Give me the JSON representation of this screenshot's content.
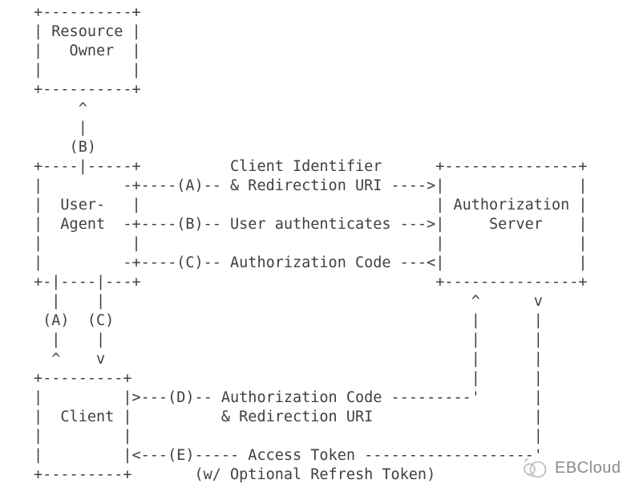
{
  "diagram": {
    "ascii": "+----------+\n| Resource |\n|   Owner  |\n|          |\n+----------+\n     ^\n     |\n    (B)\n+----|-----+          Client Identifier      +---------------+\n|         -+----(A)-- & Redirection URI ---->|               |\n|  User-   |                                 | Authorization |\n|  Agent  -+----(B)-- User authenticates --->|     Server    |\n|          |                                 |               |\n|         -+----(C)-- Authorization Code ---<|               |\n+-|----|---+                                 +---------------+\n  |    |                                         ^      v\n (A)  (C)                                        |      |\n  |    |                                         |      |\n  ^    v                                         |      |\n+---------+                                      |      |\n|         |>---(D)-- Authorization Code ---------'      |\n|  Client |          & Redirection URI                  |\n|         |                                             |\n|         |<---(E)----- Access Token -------------------'\n+---------+       (w/ Optional Refresh Token)",
    "entities": [
      {
        "label": "Resource Owner"
      },
      {
        "label": "User-Agent"
      },
      {
        "label": "Authorization Server"
      },
      {
        "label": "Client"
      }
    ],
    "steps": [
      {
        "id": "(A)",
        "label": "Client Identifier & Redirection URI"
      },
      {
        "id": "(B)",
        "label": "User authenticates"
      },
      {
        "id": "(C)",
        "label": "Authorization Code"
      },
      {
        "id": "(D)",
        "label": "Authorization Code & Redirection URI"
      },
      {
        "id": "(E)",
        "label": "Access Token (w/ Optional Refresh Token)"
      }
    ]
  },
  "watermark": {
    "label": "EBCloud",
    "icon": "cloud-icon",
    "color": "#8a8a8a",
    "icon_color": "#b8b8b8"
  },
  "colors": {
    "background": "#ffffff",
    "diagram_text": "#404040"
  }
}
